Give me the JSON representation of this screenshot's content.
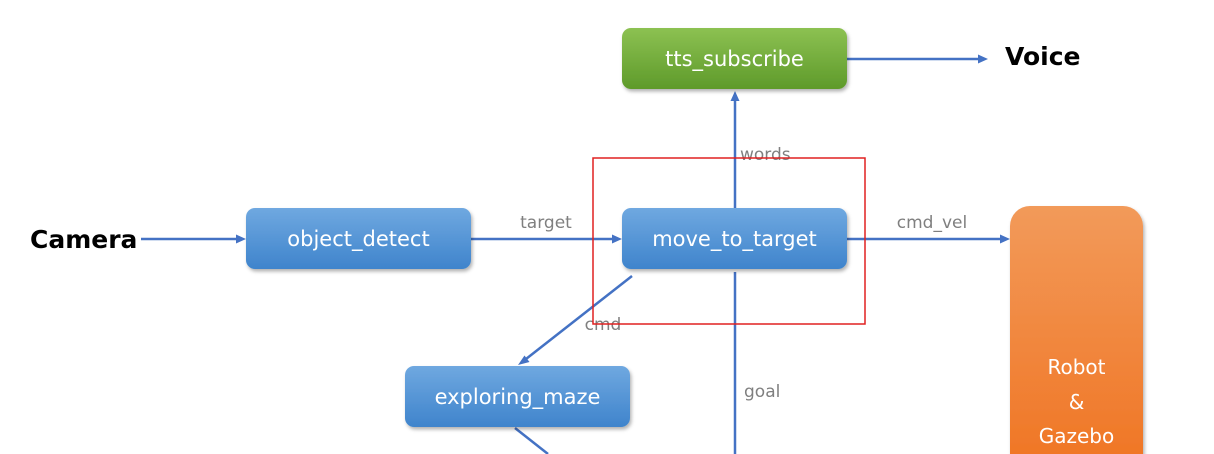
{
  "io": {
    "camera": "Camera",
    "voice": "Voice"
  },
  "nodes": {
    "tts_subscribe": "tts_subscribe",
    "object_detect": "object_detect",
    "move_to_target": "move_to_target",
    "exploring_maze": "exploring_maze",
    "robot_line1": "Robot",
    "robot_line2": "&",
    "robot_line3": "Gazebo"
  },
  "edges": {
    "target": "target",
    "cmd_vel": "cmd_vel",
    "words": "words",
    "cmd": "cmd",
    "goal": "goal"
  },
  "colors": {
    "blue_node_top": "#6fa8e0",
    "blue_node_bottom": "#3f84cc",
    "green_node_top": "#8cc152",
    "green_node_bottom": "#5e9a2a",
    "orange_node_top": "#f29a5a",
    "orange_node_bottom": "#f07422",
    "edge": "#4472c4",
    "highlight_box": "#e02020"
  }
}
